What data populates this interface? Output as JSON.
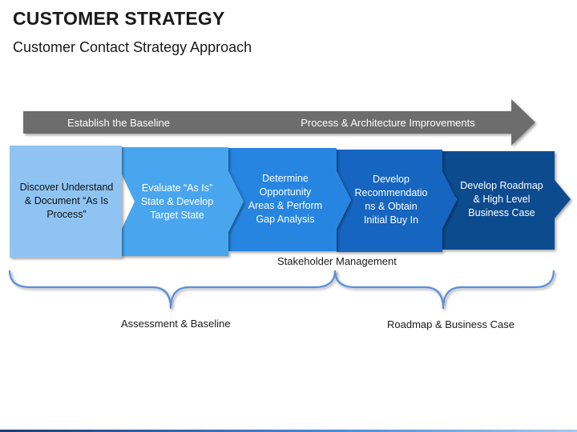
{
  "header": {
    "title": "CUSTOMER STRATEGY",
    "subtitle": "Customer Contact Strategy Approach"
  },
  "banner": {
    "left_label": "Establish the Baseline",
    "right_label": "Process & Architecture Improvements",
    "color": "#6d6d6d"
  },
  "steps": [
    {
      "lines": [
        "Discover Understand",
        "& Document “As Is",
        "Process”"
      ],
      "fill": "#8fc4f2",
      "text_color": "#111111"
    },
    {
      "lines": [
        "Evaluate “As Is”",
        "State & Develop",
        "Target State"
      ],
      "fill": "#4aa6ee",
      "text_color": "#ffffff"
    },
    {
      "lines": [
        "Determine",
        "Opportunity",
        "Areas & Perform",
        "Gap Analysis"
      ],
      "fill": "#2685e0",
      "text_color": "#ffffff"
    },
    {
      "lines": [
        "Develop",
        "Recommendatio",
        "ns & Obtain",
        "Initial Buy In"
      ],
      "fill": "#1565c0",
      "text_color": "#ffffff"
    },
    {
      "lines": [
        "Develop Roadmap",
        "& High Level",
        "Business Case"
      ],
      "fill": "#0f4c8f",
      "text_color": "#ffffff"
    }
  ],
  "labels": {
    "stakeholder": "Stakeholder Management",
    "assessment": "Assessment & Baseline",
    "roadmap": "Roadmap & Business Case"
  },
  "brace_color": "#5b8fd6"
}
